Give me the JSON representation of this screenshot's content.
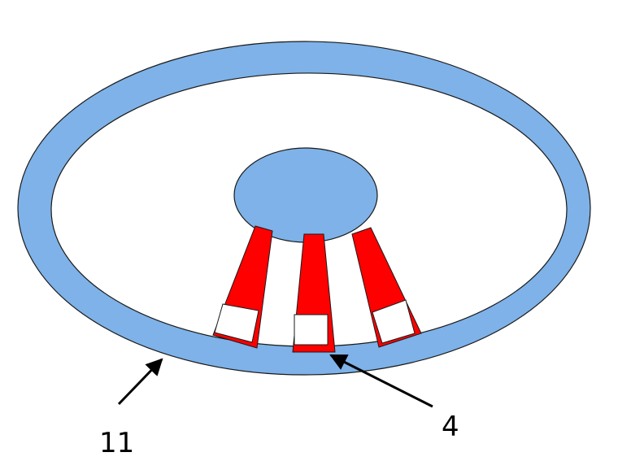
{
  "labels": {
    "ring": "11",
    "segment": "4"
  },
  "colors": {
    "ring_fill": "#7eb2e8",
    "hub_fill": "#7eb2e8",
    "spoke_fill": "#ff0000",
    "pad_fill": "#ffffff",
    "outline": "#1a1a1a",
    "arrow": "#000000"
  },
  "spoke_count": 3
}
